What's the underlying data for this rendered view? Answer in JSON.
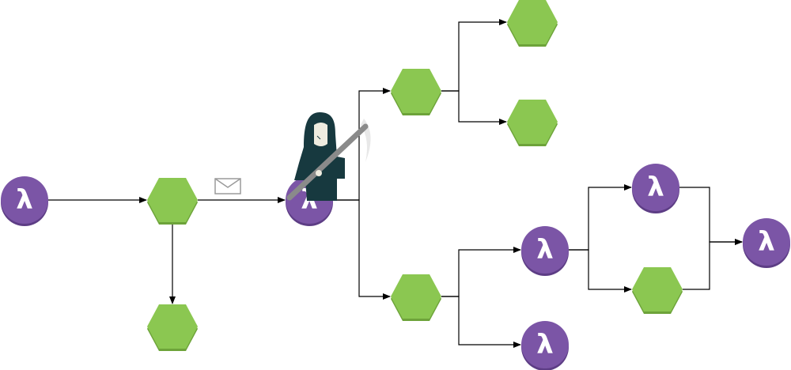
{
  "diagram": {
    "colors": {
      "hexagon_fill": "#8bc751",
      "hexagon_shadow": "#6da33a",
      "lambda_fill": "#7b55a6",
      "lambda_shadow": "#5d3d85",
      "edge": "#000000",
      "reaper_cloak": "#17393f",
      "reaper_face": "#efece0",
      "scythe": "#8a8a8a",
      "envelope": "#9a9a9a"
    },
    "icons": {
      "lambda": "lambda-function-icon",
      "hexagon": "service-hexagon-icon",
      "message": "envelope-icon",
      "reaper": "grim-reaper-icon"
    },
    "lambda_symbol": "λ",
    "nodes": [
      {
        "id": "lambda-1",
        "kind": "lambda"
      },
      {
        "id": "hex-1",
        "kind": "hexagon"
      },
      {
        "id": "hex-2",
        "kind": "hexagon"
      },
      {
        "id": "lambda-2",
        "kind": "lambda"
      },
      {
        "id": "hex-3",
        "kind": "hexagon"
      },
      {
        "id": "hex-4",
        "kind": "hexagon"
      },
      {
        "id": "hex-5",
        "kind": "hexagon"
      },
      {
        "id": "hex-6",
        "kind": "hexagon"
      },
      {
        "id": "lambda-3",
        "kind": "lambda"
      },
      {
        "id": "lambda-4",
        "kind": "lambda"
      },
      {
        "id": "lambda-5",
        "kind": "lambda"
      },
      {
        "id": "hex-7",
        "kind": "hexagon"
      },
      {
        "id": "lambda-6",
        "kind": "lambda"
      }
    ],
    "edges": [
      {
        "from": "lambda-1",
        "to": "hex-1"
      },
      {
        "from": "hex-1",
        "to": "hex-2"
      },
      {
        "from": "hex-1",
        "to": "lambda-2"
      },
      {
        "from": "lambda-2",
        "to": "hex-3"
      },
      {
        "from": "lambda-2",
        "to": "hex-6"
      },
      {
        "from": "hex-3",
        "to": "hex-4"
      },
      {
        "from": "hex-3",
        "to": "hex-5"
      },
      {
        "from": "hex-6",
        "to": "lambda-3"
      },
      {
        "from": "hex-6",
        "to": "lambda-4"
      },
      {
        "from": "lambda-3",
        "to": "lambda-5"
      },
      {
        "from": "lambda-3",
        "to": "hex-7"
      },
      {
        "from": "lambda-5",
        "to": "lambda-6"
      },
      {
        "from": "hex-7",
        "to": "lambda-6"
      }
    ]
  }
}
